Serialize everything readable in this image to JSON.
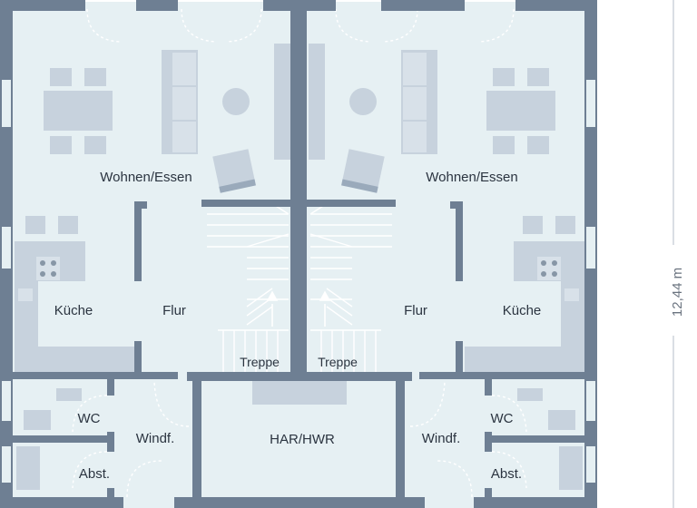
{
  "rooms": {
    "wohnen_left": "Wohnen/Essen",
    "wohnen_right": "Wohnen/Essen",
    "kueche_left": "Küche",
    "kueche_right": "Küche",
    "flur_left": "Flur",
    "flur_right": "Flur",
    "treppe_left": "Treppe",
    "treppe_right": "Treppe",
    "wc_left": "WC",
    "wc_right": "WC",
    "windf_left": "Windf.",
    "windf_right": "Windf.",
    "abst_left": "Abst.",
    "abst_right": "Abst.",
    "har": "HAR/HWR"
  },
  "dimensions": {
    "depth": "12,44 m"
  },
  "colors": {
    "floor": "#e6f0f3",
    "wall": "#6e7f93",
    "furniture": "#c7d2dd",
    "furniture_dark": "#9aaabb",
    "line": "#ffffff",
    "text": "#2b3440"
  }
}
